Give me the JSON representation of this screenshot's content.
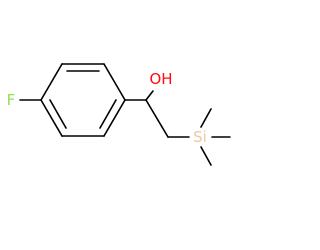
{
  "molecule": {
    "atoms": {
      "fluorine": "F",
      "hydroxyl": "OH",
      "silicon": "Si"
    },
    "colors": {
      "bond": "#000000",
      "fluorine": "#90e050",
      "oxygen": "#ff0d0d",
      "silicon": "#f0c8a0",
      "background": "#ffffff"
    }
  }
}
